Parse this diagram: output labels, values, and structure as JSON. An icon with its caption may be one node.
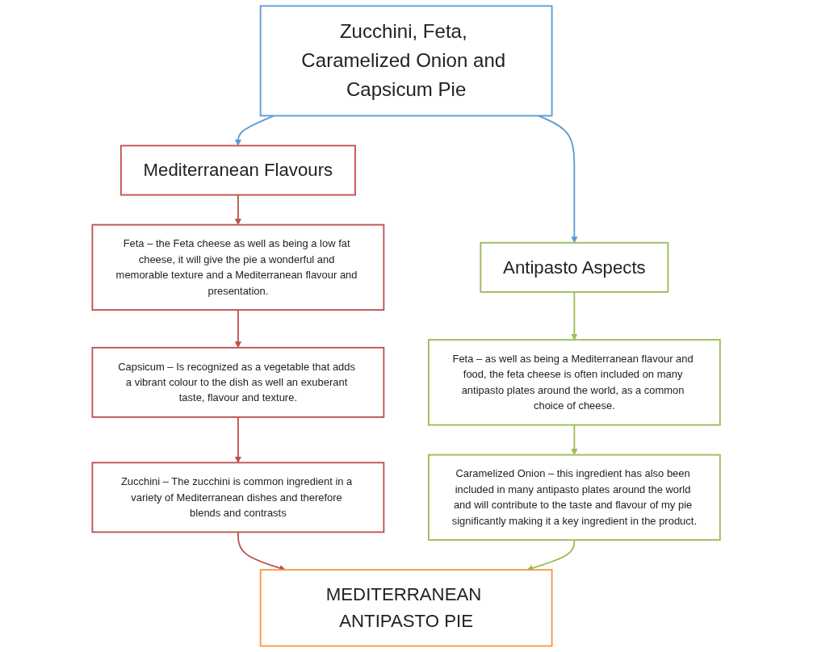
{
  "diagram": {
    "nodes": [
      {
        "text": [
          "Zucchini, Feta, Caramelized Onion and Capsicum Pie"
        ]
      },
      {
        "text": [
          "Mediterranean Flavours"
        ]
      },
      {
        "text": [
          "Antipasto Aspects"
        ]
      },
      {
        "text": [
          "Feta – the Feta cheese as well as being a low fat cheese, it will give the pie a wonderful and memorable texture and a Mediterranean flavour and presentation."
        ]
      },
      {
        "text": [
          "Feta – as well as being a Mediterranean flavour and food, the feta cheese is often included on many antipasto plates around the world, as a common choice of cheese."
        ]
      },
      {
        "text": [
          "Capsicum – Is recognized as a vegetable that adds a vibrant colour to the dish as well an exuberant taste, flavour and texture."
        ]
      },
      {
        "text": [
          "Caramelized Onion – this ingredient has also been included in many antipasto plates around the world and will contribute to the taste and flavour of my pie significantly making it a key ingredient in the product."
        ]
      },
      {
        "text": [
          "Zucchini – The zucchini is common ingredient in a variety of Mediterranean dishes and therefore blends and contrasts"
        ]
      },
      {
        "text": [
          "MEDITERRANEAN ANTIPASTO PIE"
        ]
      }
    ],
    "edges": [
      {
        "from": 0,
        "to": 1,
        "arrow": "to",
        "color": "#5b9bd5"
      },
      {
        "from": 0,
        "to": 2,
        "arrow": "to",
        "color": "#5b9bd5"
      },
      {
        "from": 1,
        "to": 3,
        "arrow": "to",
        "color": "#c0504d"
      },
      {
        "from": 3,
        "to": 5,
        "arrow": "to",
        "color": "#c0504d"
      },
      {
        "from": 5,
        "to": 7,
        "arrow": "to",
        "color": "#c0504d"
      },
      {
        "from": 2,
        "to": 4,
        "arrow": "to",
        "color": "#9bbb59"
      },
      {
        "from": 4,
        "to": 6,
        "arrow": "to",
        "color": "#9bbb59"
      },
      {
        "from": 7,
        "to": 8,
        "arrow": "to",
        "color": "#c0504d"
      },
      {
        "from": 6,
        "to": 8,
        "arrow": "to",
        "color": "#9bbb59"
      }
    ]
  }
}
